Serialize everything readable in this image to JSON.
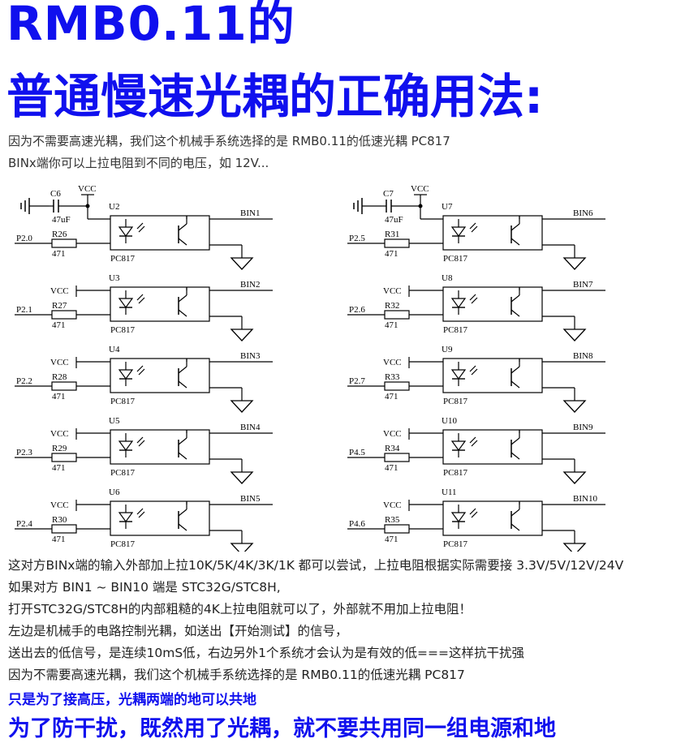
{
  "heading": {
    "line1": "RMB0.11的",
    "line2": "普通慢速光耦的正确用法:"
  },
  "intro": {
    "line1": "因为不需要高速光耦，我们这个机械手系统选择的是 RMB0.11的低速光耦 PC817",
    "line2": "BINx端你可以上拉电阻到不同的电压，如 12V..."
  },
  "schematic": {
    "cap_labels": [
      {
        "ref": "C6",
        "value": "47uF",
        "vcc": "VCC"
      },
      {
        "ref": "C7",
        "value": "47uF",
        "vcc": "VCC"
      }
    ],
    "channels": [
      {
        "unit": "U2",
        "part": "PC817",
        "port": "P2.0",
        "res": "R26",
        "res_val": "471",
        "out": "BIN1",
        "vcc": ""
      },
      {
        "unit": "U3",
        "part": "PC817",
        "port": "P2.1",
        "res": "R27",
        "res_val": "471",
        "out": "BIN2",
        "vcc": "VCC"
      },
      {
        "unit": "U4",
        "part": "PC817",
        "port": "P2.2",
        "res": "R28",
        "res_val": "471",
        "out": "BIN3",
        "vcc": "VCC"
      },
      {
        "unit": "U5",
        "part": "PC817",
        "port": "P2.3",
        "res": "R29",
        "res_val": "471",
        "out": "BIN4",
        "vcc": "VCC"
      },
      {
        "unit": "U6",
        "part": "PC817",
        "port": "P2.4",
        "res": "R30",
        "res_val": "471",
        "out": "BIN5",
        "vcc": "VCC"
      },
      {
        "unit": "U7",
        "part": "PC817",
        "port": "P2.5",
        "res": "R31",
        "res_val": "471",
        "out": "BIN6",
        "vcc": ""
      },
      {
        "unit": "U8",
        "part": "PC817",
        "port": "P2.6",
        "res": "R32",
        "res_val": "471",
        "out": "BIN7",
        "vcc": "VCC"
      },
      {
        "unit": "U9",
        "part": "PC817",
        "port": "P2.7",
        "res": "R33",
        "res_val": "471",
        "out": "BIN8",
        "vcc": "VCC"
      },
      {
        "unit": "U10",
        "part": "PC817",
        "port": "P4.5",
        "res": "R34",
        "res_val": "471",
        "out": "BIN9",
        "vcc": "VCC"
      },
      {
        "unit": "U11",
        "part": "PC817",
        "port": "P4.6",
        "res": "R35",
        "res_val": "471",
        "out": "BIN10",
        "vcc": "VCC"
      }
    ]
  },
  "notes": {
    "line1": "这对方BINx端的输入外部加上拉10K/5K/4K/3K/1K 都可以尝试，上拉电阻根据实际需要接 3.3V/5V/12V/24V",
    "line2": "如果对方 BIN1 ~ BIN10 端是 STC32G/STC8H,",
    "line3": "打开STC32G/STC8H的内部粗糙的4K上拉电阻就可以了，外部就不用加上拉电阻！",
    "line4": "左边是机械手的电路控制光耦，如送出【开始测试】的信号，",
    "line5": "送出去的低信号，是连续10mS低，右边另外1个系统才会认为是有效的低===这样抗干扰强",
    "line6": "因为不需要高速光耦，我们这个机械手系统选择的是 RMB0.11的低速光耦 PC817",
    "blue1": "只是为了接高压，光耦两端的地可以共地",
    "blue2": "为了防干扰，既然用了光耦，就不要共用同一组电源和地"
  },
  "colors": {
    "heading": "#1010ee",
    "body_text": "#222222",
    "schematic_line": "#000000"
  }
}
